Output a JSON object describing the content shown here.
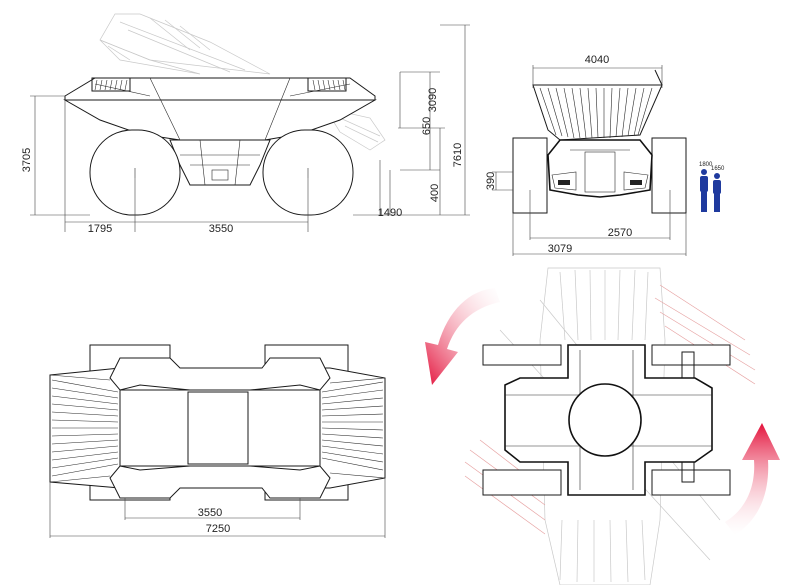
{
  "side_view": {
    "dims": {
      "height_body": "3705",
      "front_overhang": "1795",
      "wheelbase": "3550",
      "rear_offset": "1490",
      "ground_clearance": "400",
      "bucket_lift": "650",
      "body_height": "3090",
      "total_height": "7610"
    }
  },
  "front_view": {
    "dims": {
      "bucket_width": "4040",
      "axle_height": "390",
      "track_width": "2570",
      "overall_width": "3079"
    },
    "human_scale": {
      "h1": "1800",
      "h2": "1650"
    }
  },
  "top_view": {
    "dims": {
      "wheelbase": "3550",
      "length": "7250"
    }
  },
  "rotation": {
    "arrow_color": "#e3113a"
  }
}
